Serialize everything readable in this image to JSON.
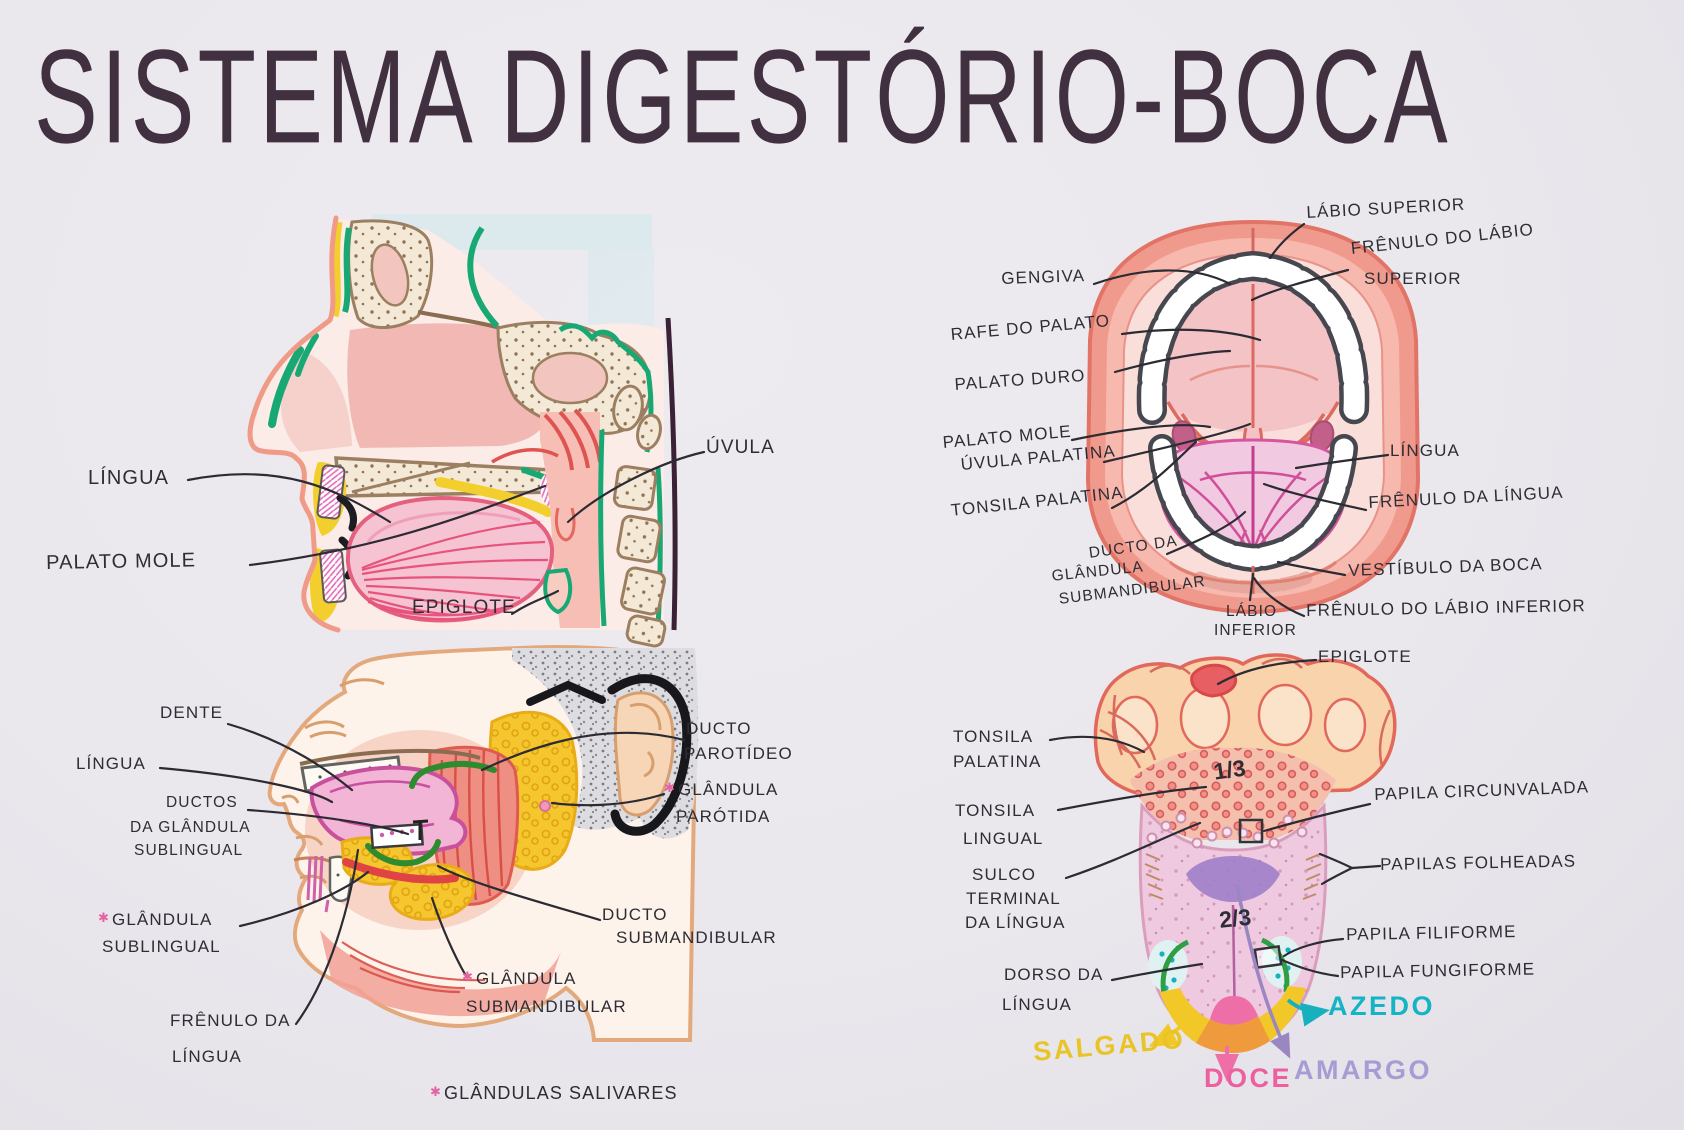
{
  "title": "SISTEMA DIGESTÓRIO-BOCA",
  "asterisk": "✱",
  "palette": {
    "paper": "#eae8ed",
    "ink": "#2e2d35",
    "title_ink": "#413040",
    "lips_salmon": "#ef9a8d",
    "skin_pink": "#f2bcb8",
    "tongue_magenta": "#d6559e",
    "gum_yellow": "#f3cf2e",
    "cartilage_green": "#18a874",
    "gland_yellow": "#f6c62e",
    "muscle_red": "#df5450",
    "sulcus_purple": "#9e7ec9",
    "bone_tan": "#9b7f60",
    "taste_salgado": "#e9c427",
    "taste_doce": "#ee5fa0",
    "taste_amargo": "#a99bd4",
    "taste_azedo": "#15b4c4"
  },
  "head": {
    "labels": {
      "lingua": "LÍNGUA",
      "palato_mole": "PALATO MOLE",
      "epiglote": "EPIGLOTE",
      "uvula": "ÚVULA"
    }
  },
  "mouth": {
    "labels": {
      "gengiva": "GENGIVA",
      "rafe_do_palato": "RAFE DO PALATO",
      "palato_duro": "PALATO DURO",
      "palato_mole": "PALATO MOLE",
      "uvula_palatina": "ÚVULA PALATINA",
      "tonsila_palatina": "TONSILA PALATINA",
      "ducto_glandula_submandibular": [
        "DUCTO DA",
        "GLÂNDULA",
        "SUBMANDIBULAR"
      ],
      "labio_inferior": [
        "LÁBIO",
        "INFERIOR"
      ],
      "labio_superior": "LÁBIO SUPERIOR",
      "frenulo_labio_superior": [
        "FRÊNULO DO LÁBIO",
        "SUPERIOR"
      ],
      "lingua": "LÍNGUA",
      "frenulo_da_lingua": "FRÊNULO DA LÍNGUA",
      "vestibulo_da_boca": "VESTÍBULO DA BOCA",
      "frenulo_labio_inferior": "FRÊNULO DO LÁBIO INFERIOR"
    }
  },
  "salivary": {
    "labels": {
      "dente": "DENTE",
      "lingua": "LÍNGUA",
      "ductos_glandula_sublingual": [
        "DUCTOS",
        "DA GLÂNDULA",
        "SUBLINGUAL"
      ],
      "glandula_sublingual": [
        "GLÂNDULA",
        "SUBLINGUAL"
      ],
      "frenulo_da_lingua": [
        "FRÊNULO DA",
        "LÍNGUA"
      ],
      "ducto_parotideo": [
        "DUCTO",
        "PAROTÍDEO"
      ],
      "glandula_parotida": [
        "GLÂNDULA",
        "PARÓTIDA"
      ],
      "ducto_submandibular": [
        "DUCTO",
        "SUBMANDIBULAR"
      ],
      "glandula_submandibular": [
        "GLÂNDULA",
        "SUBMANDIBULAR"
      ],
      "glandulas_salivares": "GLÂNDULAS SALIVARES"
    }
  },
  "tongue": {
    "labels": {
      "epiglote": "EPIGLOTE",
      "tonsila_palatina": [
        "TONSILA",
        "PALATINA"
      ],
      "tonsila_lingual": [
        "TONSILA",
        "LINGUAL"
      ],
      "sulco_terminal": [
        "SULCO",
        "TERMINAL",
        "DA LÍNGUA"
      ],
      "dorso_da_lingua": [
        "DORSO DA",
        "LÍNGUA"
      ],
      "papila_circunvalada": "PAPILA CIRCUNVALADA",
      "papilas_folheadas": "PAPILAS FOLHEADAS",
      "papila_filiforme": "PAPILA FILIFORME",
      "papila_fungiforme": "PAPILA FUNGIFORME"
    },
    "fractions": {
      "posterior": "1/3",
      "anterior": "2/3"
    },
    "tastes": {
      "salgado": {
        "label": "SALGADO",
        "css": "color:#e9c427"
      },
      "doce": {
        "label": "DOCE",
        "css": "color:#ee5fa0"
      },
      "amargo": {
        "label": "AMARGO",
        "css": "color:#a99bd4"
      },
      "azedo": {
        "label": "AZEDO",
        "css": "color:#15b4c4"
      }
    }
  }
}
